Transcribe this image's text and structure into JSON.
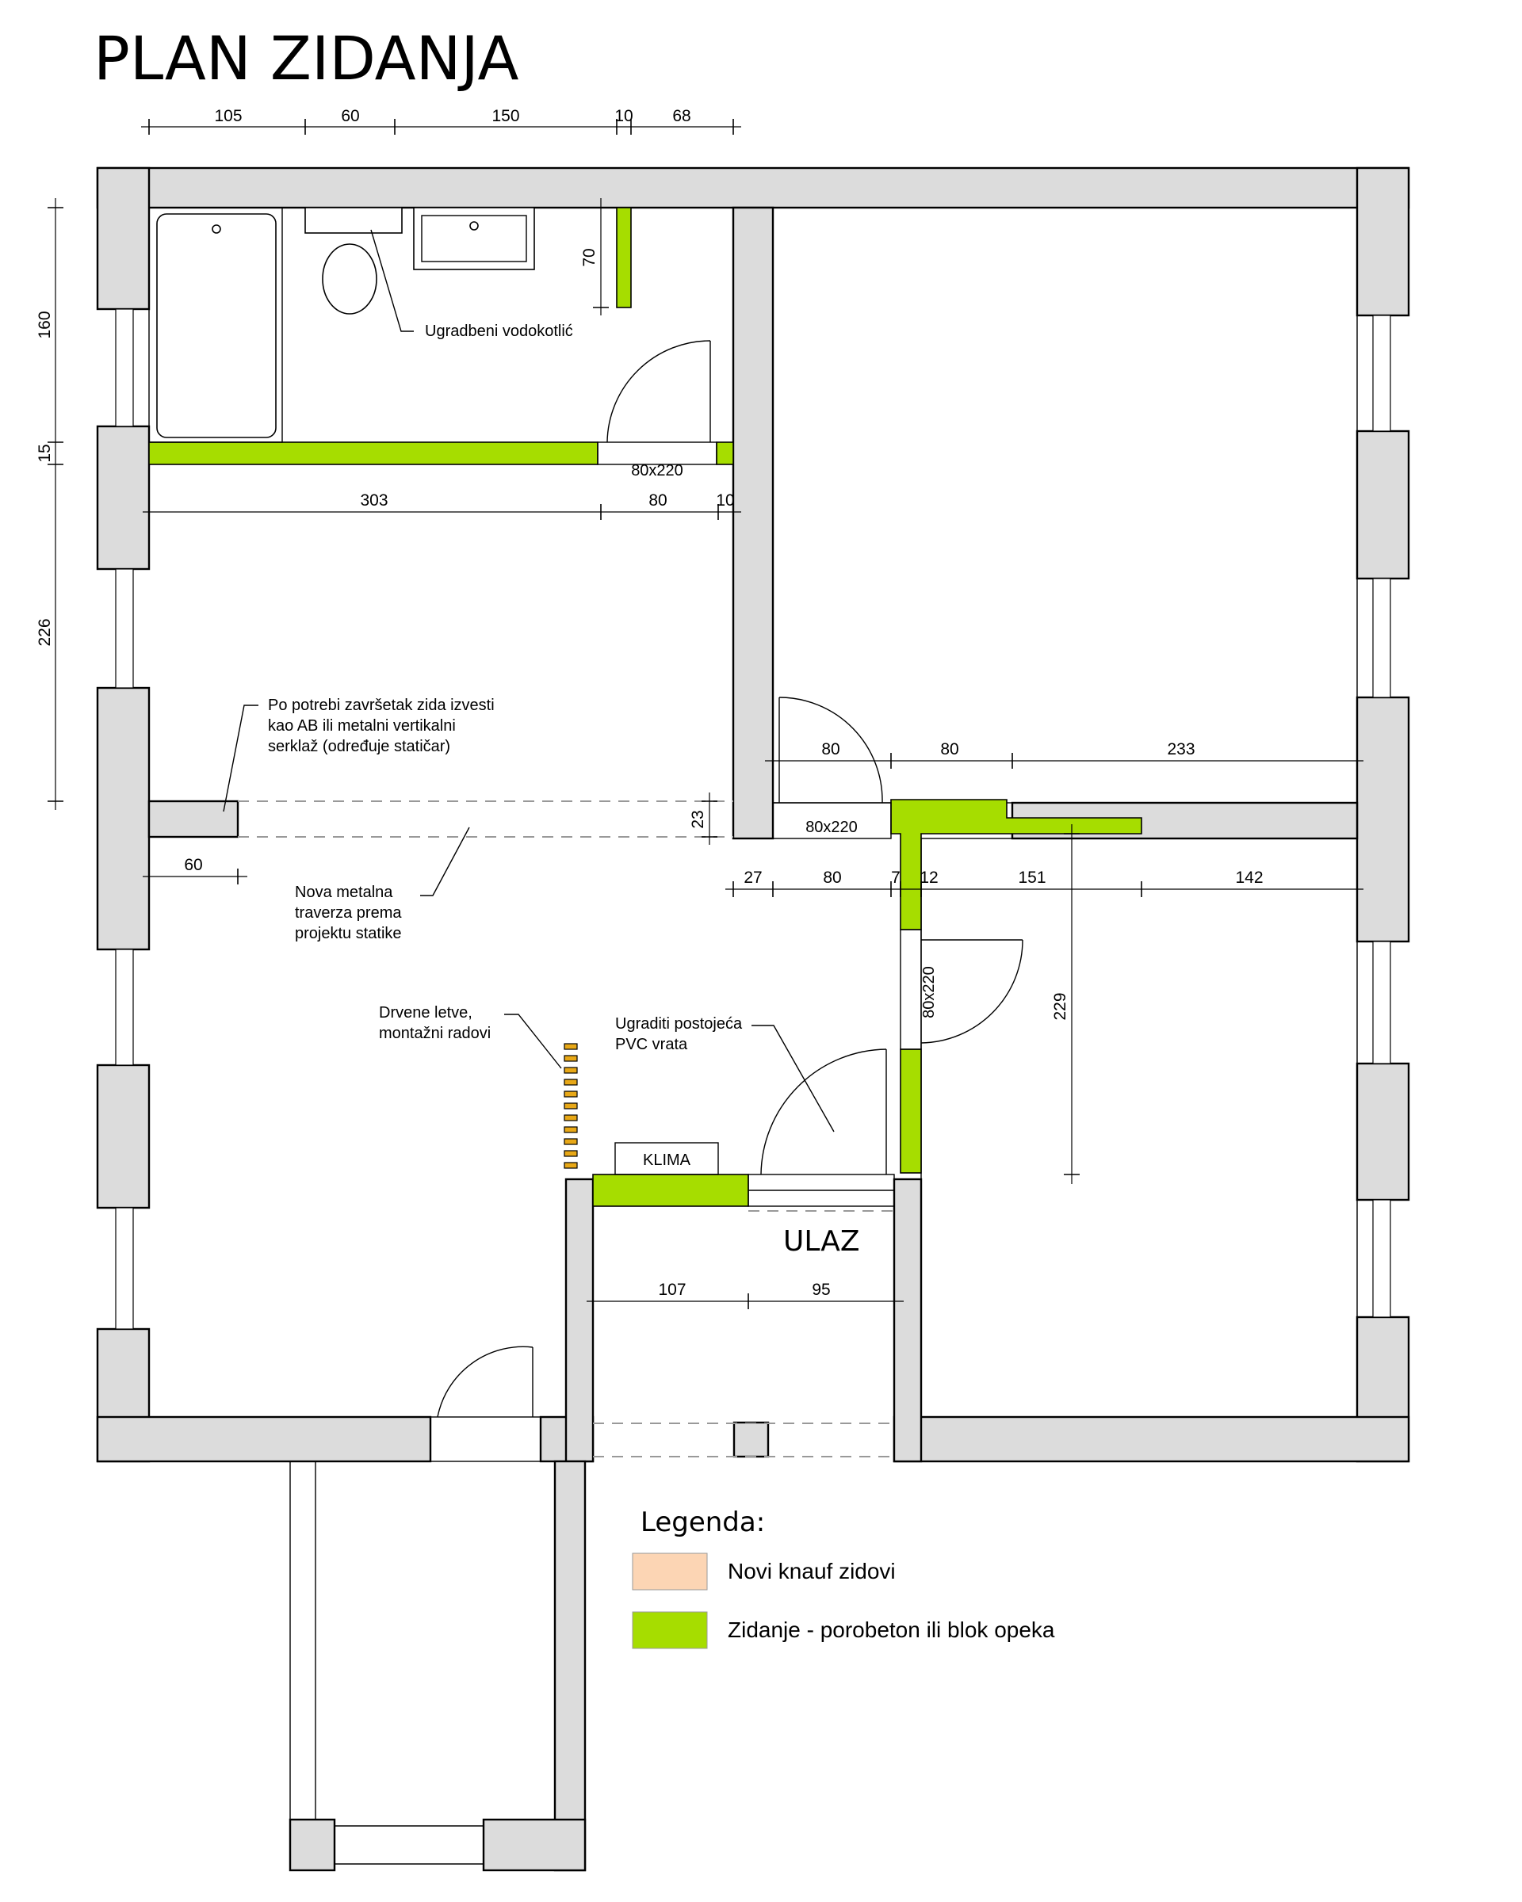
{
  "title": "PLAN ZIDANJA",
  "room_label_entrance": "ULAZ",
  "ac_label": "KLIMA",
  "colors": {
    "wall": "#dcdcdc",
    "masonry": "#a6dd00",
    "knauf": "#fcd5b4",
    "laths": "#e8a817"
  },
  "dimensions": {
    "top": [
      "105",
      "60",
      "150",
      "10",
      "68"
    ],
    "left": [
      "160",
      "15",
      "226"
    ],
    "bath_width": [
      "303",
      "80",
      "10"
    ],
    "toilet_niche": "70",
    "beam_offset": "23",
    "left_60": "60",
    "upper_right": [
      "80",
      "80",
      "233"
    ],
    "middle_right": [
      "27",
      "80",
      "7",
      "12",
      "151",
      "142"
    ],
    "room_height": "229",
    "entrance": [
      "107",
      "95"
    ]
  },
  "doors": {
    "bath": "80x220",
    "room_upper": "80x220",
    "room_lower": "80x220"
  },
  "notes": {
    "cistern": "Ugradbeni vodokotlić",
    "wall_end": [
      "Po potrebi završetak zida izvesti",
      "kao AB ili metalni vertikalni",
      "serklaž (određuje statičar)"
    ],
    "beam": [
      "Nova metalna",
      "traverza prema",
      "projektu statike"
    ],
    "laths": [
      "Drvene letve,",
      "montažni radovi"
    ],
    "pvc_door": [
      "Ugraditi postojeća",
      "PVC vrata"
    ]
  },
  "legend": {
    "title": "Legenda:",
    "items": [
      {
        "label": "Novi knauf zidovi",
        "color": "#fcd5b4"
      },
      {
        "label": "Zidanje - porobeton ili blok opeka",
        "color": "#a6dd00"
      }
    ]
  }
}
